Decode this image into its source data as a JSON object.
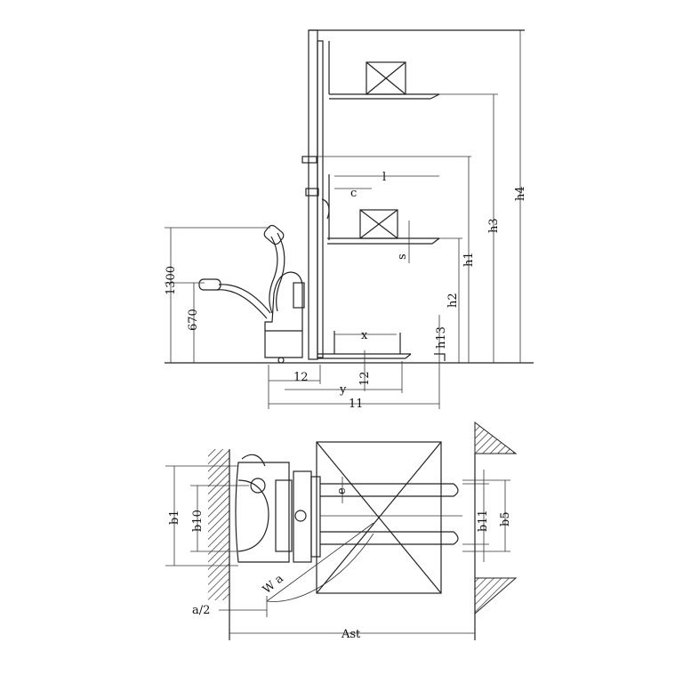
{
  "side_view": {
    "labels": {
      "h4": "h4",
      "h3": "h3",
      "h1": "h1",
      "h2": "h2",
      "h13": "h13",
      "s": "s",
      "l": "l",
      "c": "c",
      "x": "x",
      "y": "y",
      "l2": "12",
      "l1": "11",
      "h_handle_top": "1300",
      "h_handle_low": "670"
    }
  },
  "top_view": {
    "labels": {
      "b1": "b1",
      "b10": "b10",
      "b11": "b11",
      "b5": "b5",
      "e": "e",
      "wa": "W a",
      "a_half": "a/2",
      "ast": "Ast"
    }
  }
}
